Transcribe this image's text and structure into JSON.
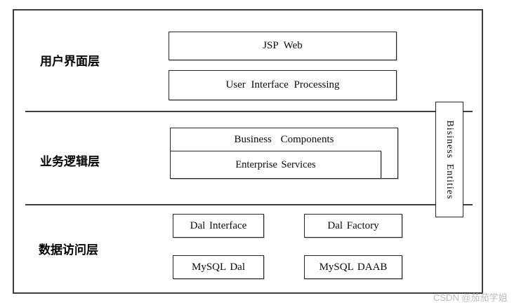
{
  "diagram": {
    "layers": [
      {
        "label": "用户界面层"
      },
      {
        "label": "业务逻辑层"
      },
      {
        "label": "数据访问层"
      }
    ],
    "boxes": {
      "jsp_web": "JSP Web",
      "user_interface_processing": "User Interface Processing",
      "business_components": "Business Components",
      "enterprise_services": "Enterprise Services",
      "dal_interface": "Dal Interface",
      "dal_factory": "Dal Factory",
      "mysql_dal": "MySQL Dal",
      "mysql_daab": "MySQL DAAB",
      "business_entities": "Bisiness Entities"
    },
    "watermark": "CSDN @茄茄学姐"
  }
}
